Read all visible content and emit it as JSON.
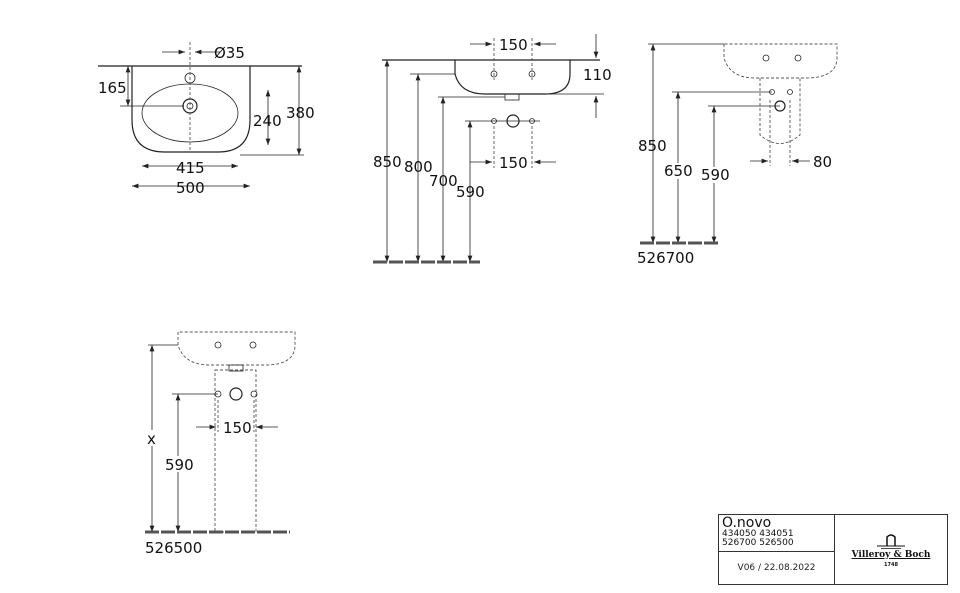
{
  "view_top": {
    "diameter": "Ø35",
    "dim_165": "165",
    "dim_240": "240",
    "dim_380": "380",
    "dim_415": "415",
    "dim_500": "500"
  },
  "view_side": {
    "dim_150_top": "150",
    "dim_110": "110",
    "dim_850": "850",
    "dim_800": "800",
    "dim_700": "700",
    "dim_590": "590",
    "dim_150_bottom": "150"
  },
  "view_semi_pedestal": {
    "dim_850": "850",
    "dim_650": "650",
    "dim_590": "590",
    "dim_80": "80",
    "article": "526700"
  },
  "view_pedestal": {
    "dim_x": "x",
    "dim_590": "590",
    "dim_150": "150",
    "article": "526500"
  },
  "title_block": {
    "product": "O.novo",
    "articles_line1": "434050 434051",
    "articles_line2": "526700 526500",
    "version": "V06 / 22.08.2022",
    "logo_text": "Villeroy & Boch",
    "logo_year": "1748"
  }
}
